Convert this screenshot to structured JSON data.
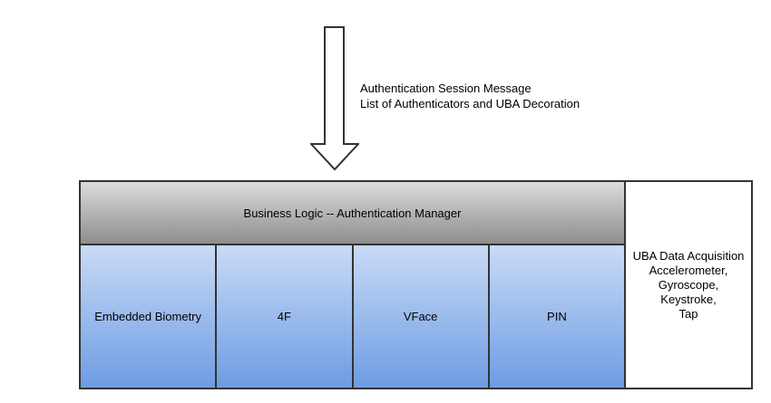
{
  "colors": {
    "background": "#ffffff",
    "text": "#000000",
    "border": "#333333",
    "header_gradient_top": "#dcdcdc",
    "header_gradient_bottom": "#8d8d8d",
    "authenticator_gradient_top": "#c9dbf6",
    "authenticator_gradient_bottom": "#6d9ce3",
    "arrow_fill": "#ffffff"
  },
  "arrow": {
    "icon": "down-arrow-icon",
    "label_lines": [
      "Authentication Session Message",
      "List of Authenticators and UBA Decoration"
    ]
  },
  "diagram": {
    "business_logic": {
      "label": "Business Logic -- Authentication Manager"
    },
    "authenticators": [
      {
        "label": "Embedded Biometry"
      },
      {
        "label": "4F"
      },
      {
        "label": "VFace"
      },
      {
        "label": "PIN"
      }
    ],
    "uba": {
      "label": "UBA Data Acquisition\nAccelerometer,\nGyroscope, Keystroke,\nTap"
    }
  }
}
